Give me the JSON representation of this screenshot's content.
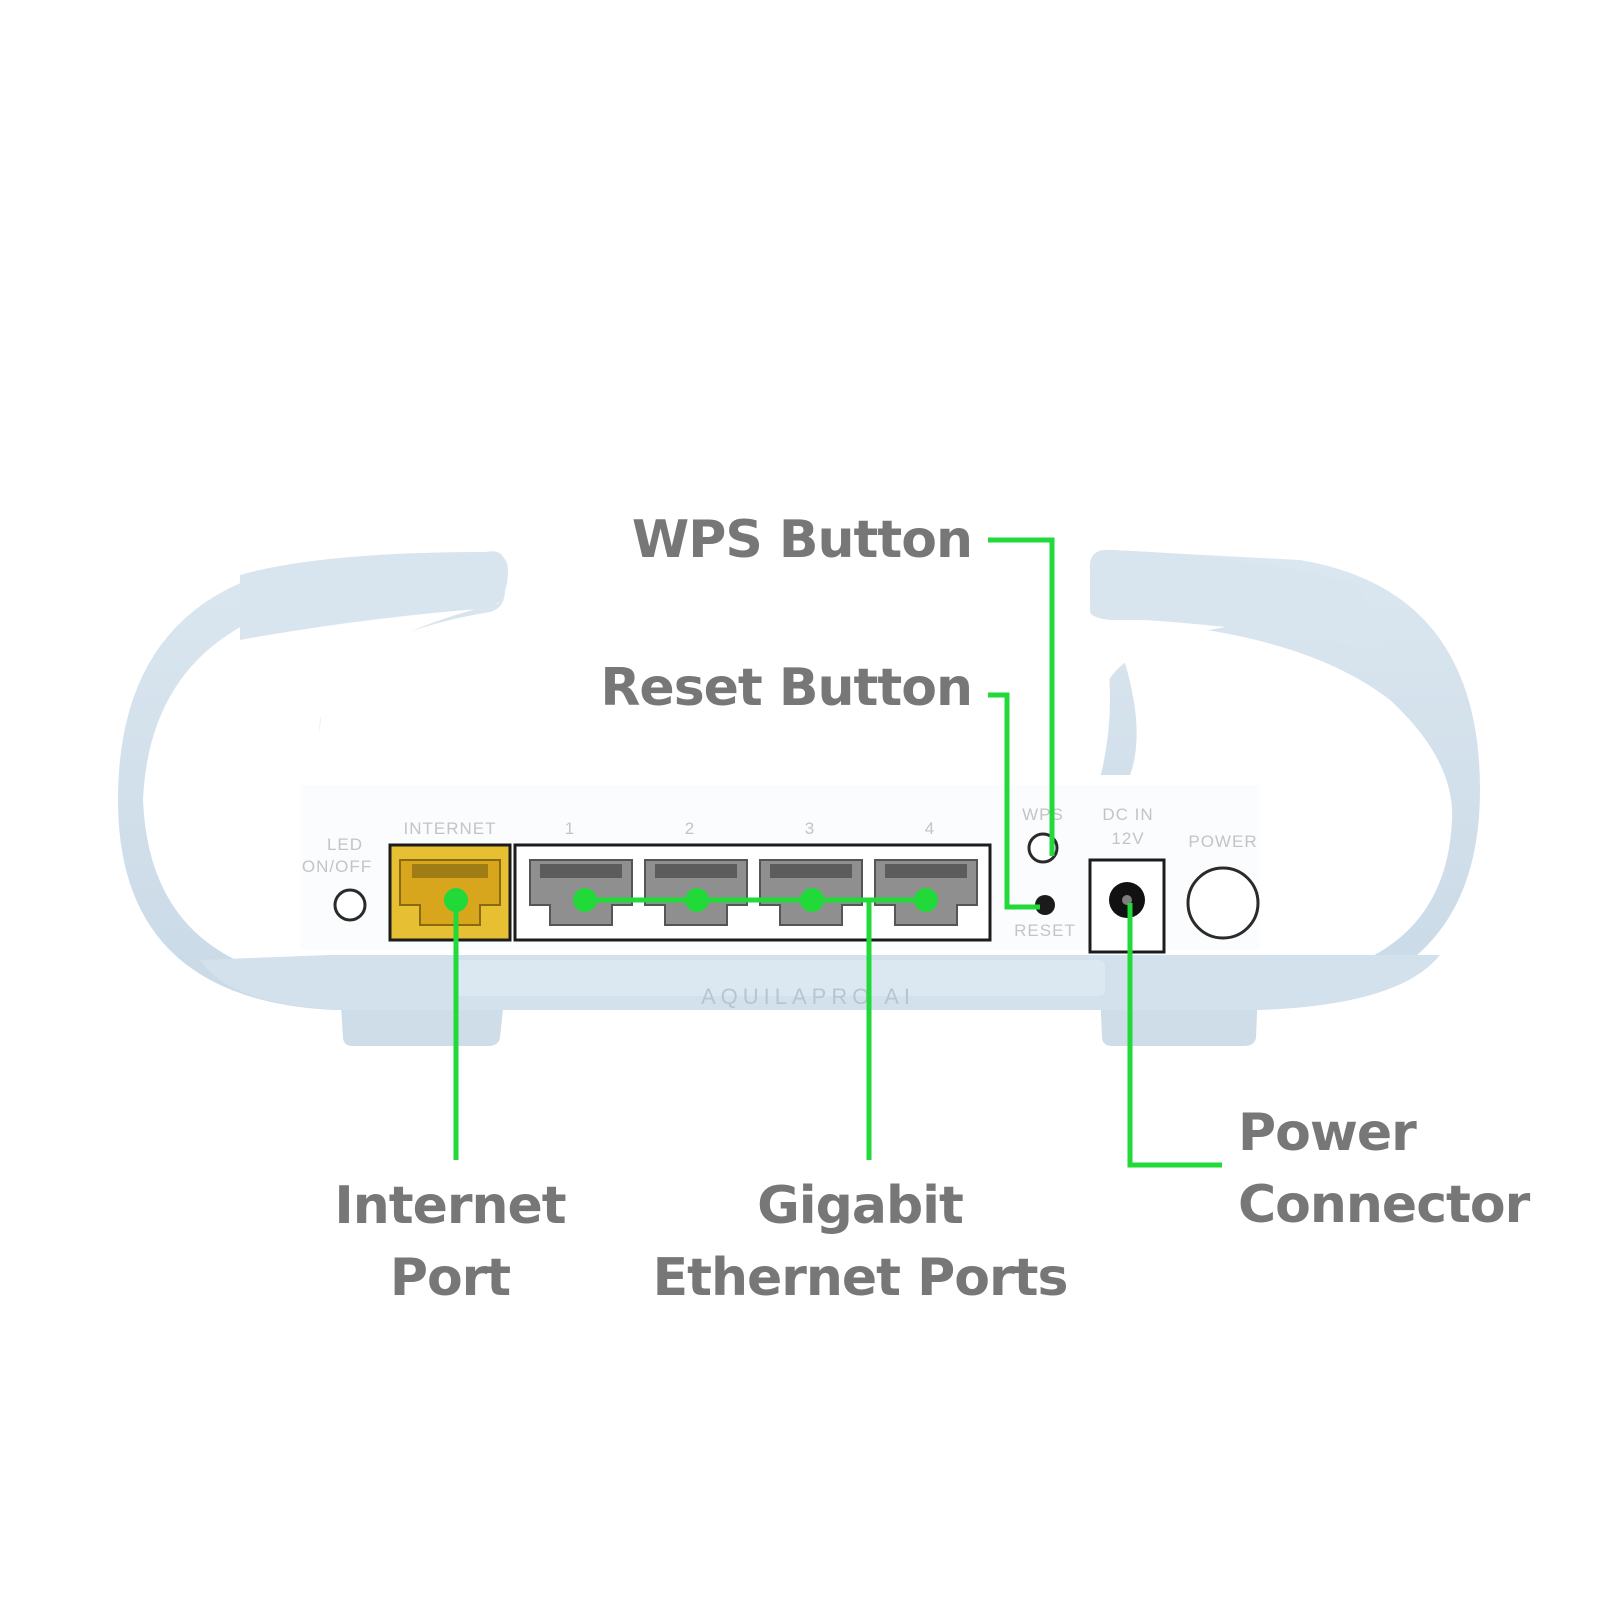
{
  "callouts": {
    "wps": "WPS Button",
    "reset": "Reset Button",
    "internet": [
      "Internet",
      "Port"
    ],
    "gigabit": [
      "Gigabit",
      "Ethernet Ports"
    ],
    "power": [
      "Power",
      "Connector"
    ]
  },
  "device_labels": {
    "led": [
      "LED",
      "ON/OFF"
    ],
    "internet": "INTERNET",
    "ports": [
      "1",
      "2",
      "3",
      "4"
    ],
    "wps": "WPS",
    "reset": "RESET",
    "dc_in": [
      "DC IN",
      "12V"
    ],
    "power": "POWER"
  },
  "brand": "AQUILAPRO AI",
  "colors": {
    "callout_line": "#22d93a",
    "callout_text": "#777777",
    "internet_port": "#e6bf33",
    "shell_blue": "#d5e3ed",
    "shell_white": "#ffffff"
  }
}
